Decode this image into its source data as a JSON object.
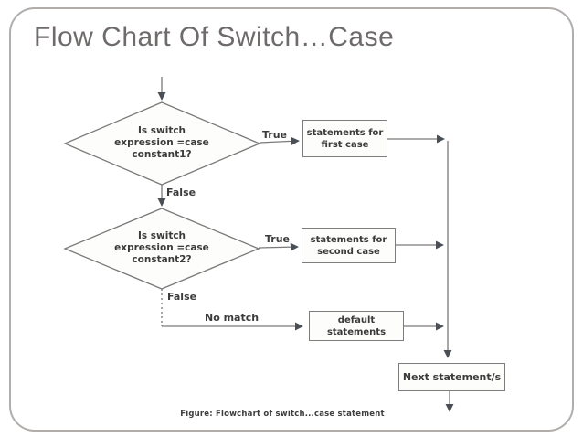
{
  "slide": {
    "title": "Flow Chart Of Switch…Case",
    "caption": "Figure: Flowchart of switch...case statement"
  },
  "flowchart": {
    "decision1": {
      "text": "Is switch\nexpression =case\nconstant1?"
    },
    "decision2": {
      "text": "Is switch\nexpression =case\nconstant2?"
    },
    "process_first": {
      "text": "statements for\nfirst case"
    },
    "process_second": {
      "text": "statements for\nsecond case"
    },
    "process_default": {
      "text": "default\nstatements"
    },
    "process_next": {
      "text": "Next statement/s"
    },
    "labels": {
      "true1": "True",
      "false1": "False",
      "true2": "True",
      "false2": "False",
      "no_match": "No match"
    }
  },
  "colors": {
    "title_text": "#6f6b6b",
    "flow_text": "#3b3b3b",
    "connector_line": "#7a7a7a",
    "arrowhead": "#4a4f55",
    "box_border": "#7d7d7d",
    "slide_border": "#b0adab",
    "background": "#ffffff"
  }
}
